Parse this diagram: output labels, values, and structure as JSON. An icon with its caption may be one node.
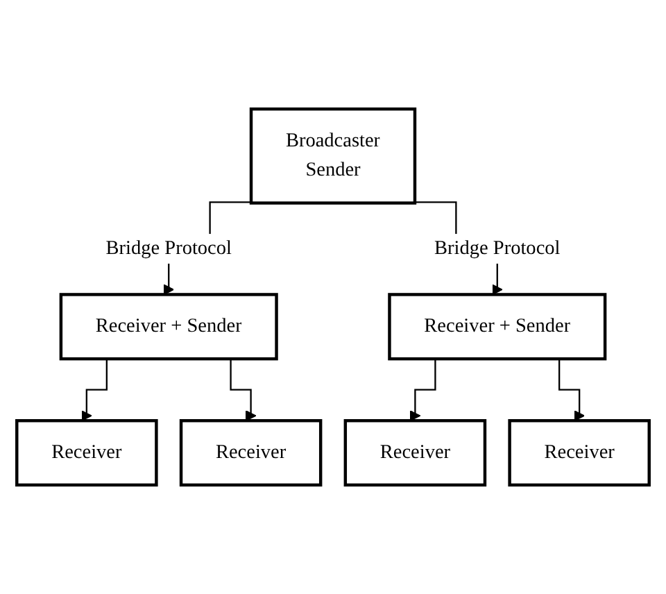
{
  "diagram": {
    "nodes": [
      {
        "text": [
          "Broadcaster",
          "Sender"
        ]
      },
      {
        "text": [
          "Receiver + Sender"
        ]
      },
      {
        "text": [
          "Receiver + Sender"
        ]
      },
      {
        "text": [
          "Receiver"
        ]
      },
      {
        "text": [
          "Receiver"
        ]
      },
      {
        "text": [
          "Receiver"
        ]
      },
      {
        "text": [
          "Receiver"
        ]
      }
    ],
    "edges": [
      {
        "from": 0,
        "to": 1,
        "arrow": "to",
        "label": "Bridge Protocol"
      },
      {
        "from": 0,
        "to": 2,
        "arrow": "to",
        "label": "Bridge Protocol"
      },
      {
        "from": 1,
        "to": 3,
        "arrow": "to"
      },
      {
        "from": 1,
        "to": 4,
        "arrow": "to"
      },
      {
        "from": 2,
        "to": 5,
        "arrow": "to"
      },
      {
        "from": 2,
        "to": 6,
        "arrow": "to"
      }
    ]
  }
}
